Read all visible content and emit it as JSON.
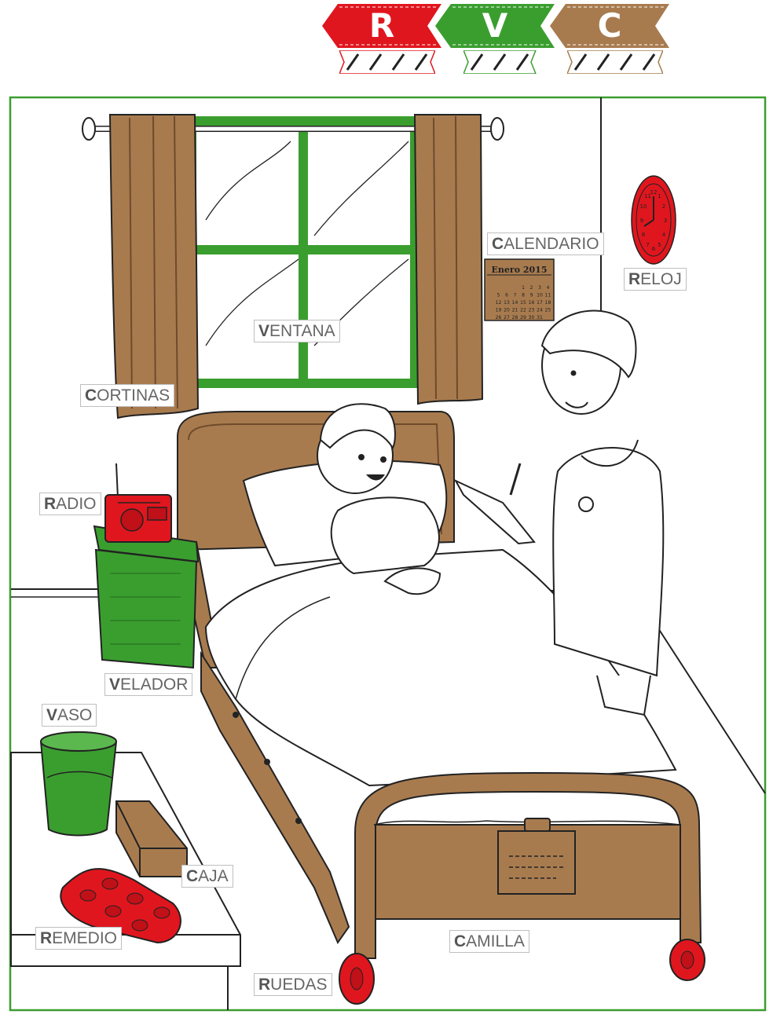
{
  "colors": {
    "R": "#e0161e",
    "V": "#3a9e2f",
    "C": "#a87b4f",
    "frame": "#3a9e2f"
  },
  "categories": [
    {
      "letter": "R",
      "tally": 4,
      "color": "#e0161e"
    },
    {
      "letter": "V",
      "tally": 3,
      "color": "#3a9e2f"
    },
    {
      "letter": "C",
      "tally": 4,
      "color": "#a87b4f"
    }
  ],
  "labels": {
    "calendario": {
      "initial": "C",
      "rest": "ALENDARIO"
    },
    "reloj": {
      "initial": "R",
      "rest": "ELOJ"
    },
    "ventana": {
      "initial": "V",
      "rest": "ENTANA"
    },
    "cortinas": {
      "initial": "C",
      "rest": "ORTINAS"
    },
    "radio": {
      "initial": "R",
      "rest": "ADIO"
    },
    "velador": {
      "initial": "V",
      "rest": "ELADOR"
    },
    "vaso": {
      "initial": "V",
      "rest": "ASO"
    },
    "caja": {
      "initial": "C",
      "rest": "AJA"
    },
    "remedio": {
      "initial": "R",
      "rest": "EMEDIO"
    },
    "camilla": {
      "initial": "C",
      "rest": "AMILLA"
    },
    "ruedas": {
      "initial": "R",
      "rest": "UEDAS"
    }
  },
  "calendar": {
    "title": "Enero 2015",
    "rows": [
      [
        "",
        "",
        "",
        "",
        "1",
        "2",
        "3",
        "4"
      ],
      [
        "",
        "5",
        "6",
        "7",
        "8",
        "9",
        "10",
        "11"
      ],
      [
        "",
        "12",
        "13",
        "14",
        "15",
        "16",
        "17",
        "18"
      ],
      [
        "",
        "19",
        "20",
        "21",
        "22",
        "23",
        "24",
        "25"
      ],
      [
        "",
        "26",
        "27",
        "28",
        "29",
        "30",
        "31",
        ""
      ]
    ]
  },
  "clock": {
    "numerals": [
      "12",
      "1",
      "2",
      "3",
      "4",
      "5",
      "6",
      "7",
      "8",
      "9",
      "10",
      "11"
    ]
  }
}
